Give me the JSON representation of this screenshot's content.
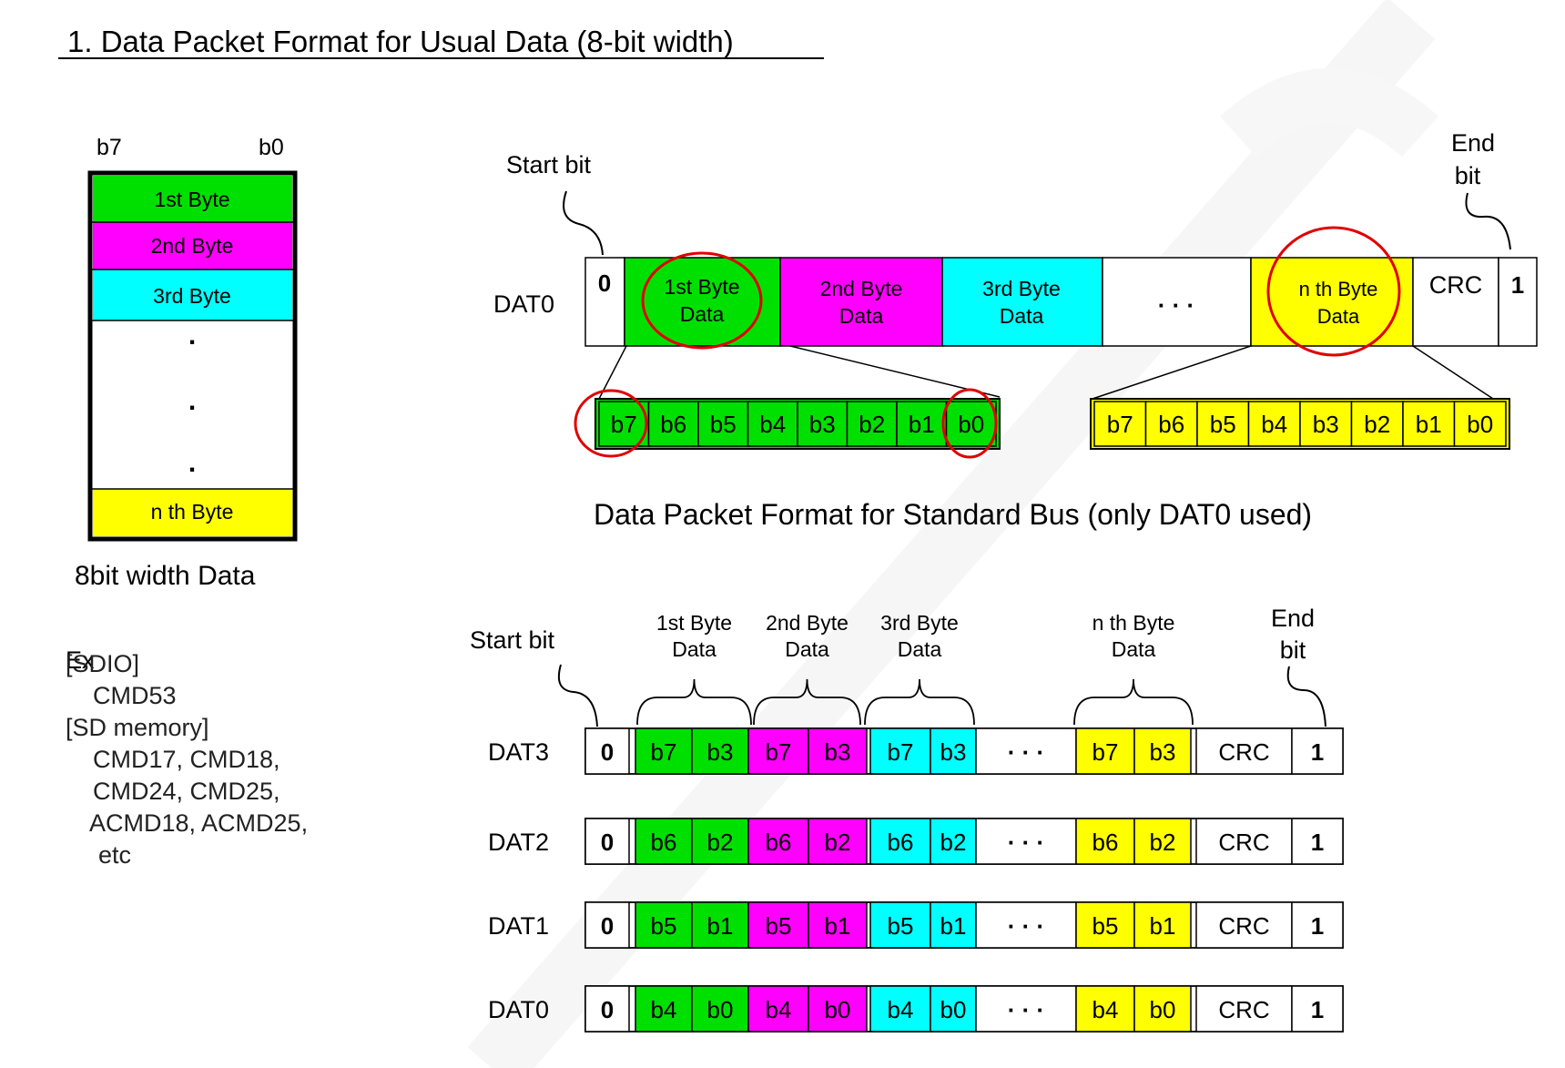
{
  "title": "1. Data Packet Format for Usual Data (8-bit width)",
  "colors": {
    "green": "#00e000",
    "magenta": "#ff00ff",
    "cyan": "#00ffff",
    "yellow": "#ffff00",
    "red": "#e00000",
    "watermark": "#ececec"
  },
  "byte_stack": {
    "msb_label": "b7",
    "lsb_label": "b0",
    "rows": [
      "1st Byte",
      "2nd Byte",
      "3rd Byte",
      ".",
      ".",
      ".",
      "n th Byte"
    ],
    "caption": "8bit width Data"
  },
  "examples": {
    "heading": "Ex",
    "lines": [
      "[SDIO]",
      "CMD53",
      "[SD memory]",
      "CMD17, CMD18,",
      "CMD24, CMD25,",
      "ACMD18, ACMD25,",
      "etc"
    ]
  },
  "standard_bus": {
    "start_label": "Start bit",
    "end_label_line1": "End",
    "end_label_line2": "bit",
    "line_label": "DAT0",
    "start_value": "0",
    "fields": [
      {
        "line1": "1st Byte",
        "line2": "Data"
      },
      {
        "line1": "2nd Byte",
        "line2": "Data"
      },
      {
        "line1": "3rd Byte",
        "line2": "Data"
      },
      {
        "line1": "· · ·",
        "line2": ""
      },
      {
        "line1": "n th Byte",
        "line2": "Data"
      }
    ],
    "crc_label": "CRC",
    "end_value": "1",
    "bits": [
      "b7",
      "b6",
      "b5",
      "b4",
      "b3",
      "b2",
      "b1",
      "b0"
    ],
    "caption": "Data Packet Format for Standard Bus (only DAT0 used)"
  },
  "wide_bus": {
    "start_label": "Start bit",
    "end_label_line1": "End",
    "end_label_line2": "bit",
    "byte_labels": [
      {
        "line1": "1st Byte",
        "line2": "Data"
      },
      {
        "line1": "2nd Byte",
        "line2": "Data"
      },
      {
        "line1": "3rd Byte",
        "line2": "Data"
      },
      {
        "line1": "n th Byte",
        "line2": "Data"
      }
    ],
    "rows": [
      {
        "name": "DAT3",
        "start": "0",
        "hi": "b7",
        "lo": "b3",
        "dots": "· · ·",
        "crc": "CRC",
        "end": "1"
      },
      {
        "name": "DAT2",
        "start": "0",
        "hi": "b6",
        "lo": "b2",
        "dots": "· · ·",
        "crc": "CRC",
        "end": "1"
      },
      {
        "name": "DAT1",
        "start": "0",
        "hi": "b5",
        "lo": "b1",
        "dots": "· · ·",
        "crc": "CRC",
        "end": "1"
      },
      {
        "name": "DAT0",
        "start": "0",
        "hi": "b4",
        "lo": "b0",
        "dots": "· · ·",
        "crc": "CRC",
        "end": "1"
      }
    ]
  }
}
